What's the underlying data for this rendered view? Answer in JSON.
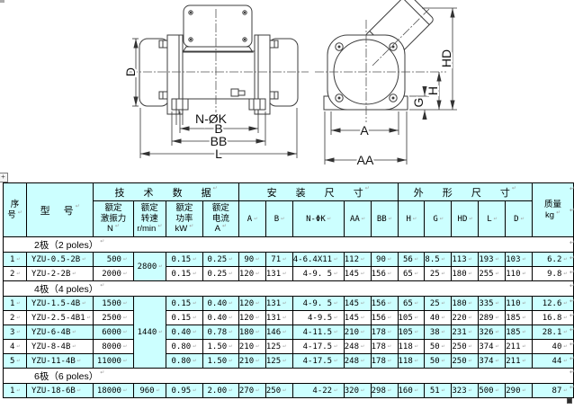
{
  "colors": {
    "highlight": "#CCFFFF",
    "border": "#000000",
    "line_art": "#3c3c3c"
  },
  "icons": {
    "table_move_handle_glyph": "+",
    "end_of_row_mark": "↵"
  },
  "drawing": {
    "side_view": {
      "labels": {
        "d": "D",
        "nk": "N-ØK",
        "b": "B",
        "bb": "BB",
        "l": "L"
      }
    },
    "end_view": {
      "labels": {
        "a": "A",
        "aa": "AA",
        "hd": "HD",
        "h": "H",
        "g": "G"
      }
    }
  },
  "table": {
    "header": {
      "serial": "序\n号",
      "model": "型 号",
      "groups": [
        "技 术 数 据",
        "安 装 尺 寸",
        "外 形 尺 寸"
      ],
      "tech_cols": [
        "额定\n激振力\nN",
        "额定\n转速\nr/min",
        "额定\n功率\nkW",
        "额定\n电流\nA"
      ],
      "mount_cols": [
        "A",
        "B",
        "N-ΦK",
        "AA",
        "BB"
      ],
      "outline_cols": [
        "H",
        "G",
        "HD",
        "L",
        "D"
      ],
      "mass": "质量\nkg"
    },
    "sections": [
      {
        "label": "2极（2 poles）",
        "speed": "2800",
        "rows": [
          {
            "no": "1",
            "model": "YZU-0.5-2B",
            "force": "500",
            "power": "0.15",
            "current": "0.25",
            "a": "90",
            "b": "71",
            "nk": "4-6.4X11",
            "aa": "112",
            "bb": "90",
            "h": "56",
            "g": "8.5",
            "hd": "113",
            "l": "193",
            "d": "103",
            "mass": "6.2"
          },
          {
            "no": "2",
            "model": "YZU-2-2B",
            "force": "2000",
            "power": "0.15",
            "current": "0.25",
            "a": "120",
            "b": "131",
            "nk": "4-9. 5",
            "aa": "145",
            "bb": "156",
            "h": "65",
            "g": "25",
            "hd": "180",
            "l": "255",
            "d": "110",
            "mass": "9.8"
          }
        ]
      },
      {
        "label": "4极（4 poles）",
        "speed": "1440",
        "rows": [
          {
            "no": "1",
            "model": "YZU-1.5-4B",
            "force": "1500",
            "power": "0.15",
            "current": "0.40",
            "a": "120",
            "b": "131",
            "nk": "4-9. 5",
            "aa": "145",
            "bb": "156",
            "h": "65",
            "g": "25",
            "hd": "180",
            "l": "335",
            "d": "110",
            "mass": "12.6"
          },
          {
            "no": "2",
            "model": "YZU-2.5-4B1",
            "force": "2500",
            "power": "0.15",
            "current": "0.40",
            "a": "120",
            "b": "131",
            "nk": "4-9.5",
            "aa": "145",
            "bb": "156",
            "h": "105",
            "g": "40",
            "hd": "220",
            "l": "289",
            "d": "185",
            "mass": "16.8"
          },
          {
            "no": "3",
            "model": "YZU-6-4B",
            "force": "6000",
            "power": "0.40",
            "current": "0.78",
            "a": "180",
            "b": "146",
            "nk": "4-11.5",
            "aa": "210",
            "bb": "178",
            "h": "105",
            "g": "38",
            "hd": "231",
            "l": "326",
            "d": "185",
            "mass": "28.1"
          },
          {
            "no": "4",
            "model": "YZU-8-4B",
            "force": "8000",
            "power": "0.80",
            "current": "1.50",
            "a": "210",
            "b": "125",
            "nk": "4-17.5",
            "aa": "248",
            "bb": "178",
            "h": "118",
            "g": "50",
            "hd": "250",
            "l": "374",
            "d": "211",
            "mass": "40"
          },
          {
            "no": "5",
            "model": "YZU-11-4B",
            "force": "11000",
            "power": "0.80",
            "current": "1.50",
            "a": "210",
            "b": "125",
            "nk": "4-17.5",
            "aa": "248",
            "bb": "178",
            "h": "118",
            "g": "50",
            "hd": "250",
            "l": "374",
            "d": "211",
            "mass": "44"
          }
        ]
      },
      {
        "label": "6极（6 poles）",
        "speed": "960",
        "rows": [
          {
            "no": "1",
            "model": "YZU-18-6B",
            "force": "18000",
            "power": "0.95",
            "current": "2.00",
            "a": "270",
            "b": "250",
            "nk": "4-22",
            "aa": "320",
            "bb": "298",
            "h": "160",
            "g": "51",
            "hd": "323",
            "l": "500",
            "d": "290",
            "mass": "87"
          }
        ]
      }
    ]
  }
}
